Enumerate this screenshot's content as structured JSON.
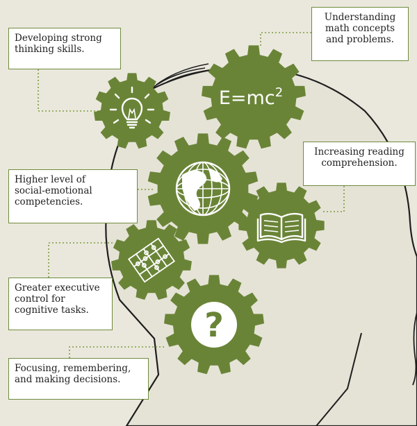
{
  "colors": {
    "background": "#eae8dc",
    "head_fill": "#e5e3d6",
    "head_outline": "#1e1e1e",
    "gear": "#6a8437",
    "gear_icon": "#ffffff",
    "connector": "#7d9a3f"
  },
  "gears": [
    {
      "id": "gear-lightbulb",
      "icon": "lightbulb-icon"
    },
    {
      "id": "gear-formula",
      "icon": "formula-text",
      "formula_base": "E=mc",
      "formula_exponent": "2"
    },
    {
      "id": "gear-globe",
      "icon": "globe-icon"
    },
    {
      "id": "gear-book",
      "icon": "open-book-icon"
    },
    {
      "id": "gear-puzzle",
      "icon": "puzzle-icon"
    },
    {
      "id": "gear-question",
      "icon": "question-mark-icon",
      "symbol": "?"
    }
  ],
  "labels": {
    "thinking_skills": [
      "Developing strong",
      "thinking skills."
    ],
    "math_concepts": [
      "Understanding",
      "math concepts",
      "and problems."
    ],
    "reading": [
      "Increasing reading",
      "comprehension."
    ],
    "social_emotional": [
      "Higher level of",
      "social-emotional",
      "competencies."
    ],
    "executive_control": [
      "Greater executive",
      "control for",
      "cognitive tasks."
    ],
    "focusing": [
      "Focusing, remembering,",
      "and making decisions."
    ]
  }
}
